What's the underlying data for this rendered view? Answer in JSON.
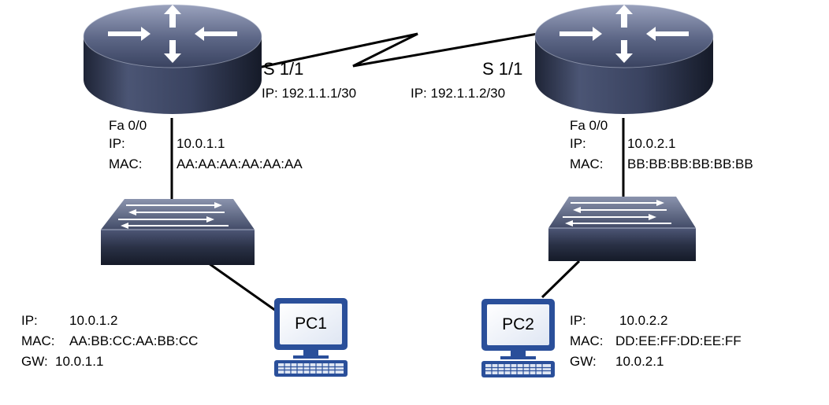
{
  "router_left": {
    "serial_label": "S 1/1",
    "serial_ip": "IP: 192.1.1.1/30",
    "fa_label": "Fa 0/0",
    "ip_label": "IP:",
    "ip_value": "10.0.1.1",
    "mac_label": "MAC:",
    "mac_value": "AA:AA:AA:AA:AA:AA"
  },
  "router_right": {
    "serial_label": "S 1/1",
    "serial_ip": "IP: 192.1.1.2/30",
    "fa_label": "Fa 0/0",
    "ip_label": "IP:",
    "ip_value": "10.0.2.1",
    "mac_label": "MAC:",
    "mac_value": "BB:BB:BB:BB:BB:BB"
  },
  "pc1": {
    "name": "PC1",
    "ip_label": "IP:",
    "ip_value": "10.0.1.2",
    "mac_label": "MAC:",
    "mac_value": "AA:BB:CC:AA:BB:CC",
    "gw_label": "GW:",
    "gw_value": "10.0.1.1"
  },
  "pc2": {
    "name": "PC2",
    "ip_label": "IP:",
    "ip_value": "10.0.2.2",
    "mac_label": "MAC:",
    "mac_value": "DD:EE:FF:DD:EE:FF",
    "gw_label": "GW:",
    "gw_value": "10.0.2.1"
  },
  "colors": {
    "device_top": "#3a4560",
    "device_side": "#1e2535",
    "pc_outline": "#2a4f9a",
    "pc_screen": "#f2f5fb",
    "link": "#000000"
  },
  "icons": {
    "router": "router-icon",
    "switch": "switch-icon",
    "pc": "pc-icon"
  }
}
